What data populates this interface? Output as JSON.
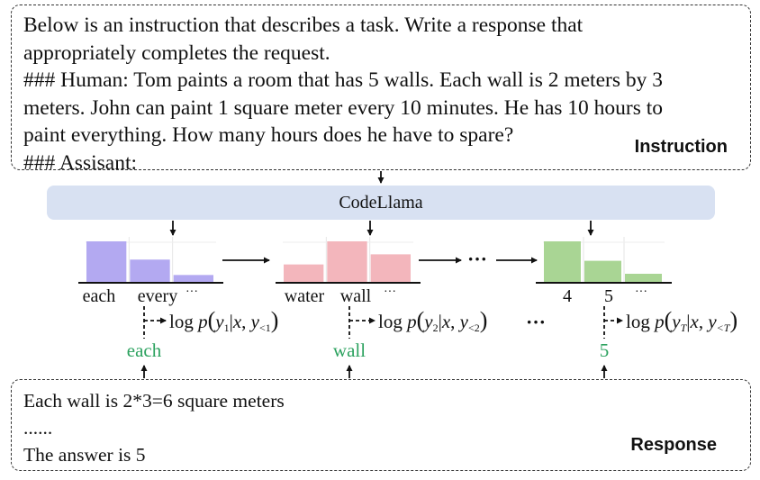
{
  "instruction": {
    "lines": [
      "Below is an instruction that describes a task. Write a response that",
      "appropriately completes the request.",
      "### Human: Tom paints a room that has 5 walls. Each wall is 2 meters by 3",
      "meters. John can paint 1 square meter every 10 minutes. He has 10 hours to",
      "paint everything. How many hours does he have to spare?",
      "### Assisant:"
    ],
    "label": "Instruction"
  },
  "model": {
    "name": "CodeLlama"
  },
  "steps": [
    {
      "bars": [
        1.0,
        0.55,
        0.17
      ],
      "color": "#b3a9f1",
      "tokens": [
        "each",
        "every",
        "···"
      ],
      "output": "each",
      "prob_sub": "1",
      "cond_sub": "<1"
    },
    {
      "bars": [
        0.43,
        1.0,
        0.68
      ],
      "color": "#f3b6bc",
      "tokens": [
        "water",
        "wall",
        "···"
      ],
      "output": "wall",
      "prob_sub": "2",
      "cond_sub": "<2"
    },
    {
      "bars": [
        1.0,
        0.52,
        0.2
      ],
      "color": "#a9d594",
      "tokens": [
        "4",
        "5",
        "···"
      ],
      "output": "5",
      "prob_sub": "T",
      "cond_sub": "<T"
    }
  ],
  "ellipsis_mid": "···",
  "ellipsis_formula": "···",
  "response": {
    "lines": [
      "Each wall is 2*3=6 square meters",
      "......",
      "The answer is 5"
    ],
    "label": "Response"
  },
  "colors": {
    "accent_green": "#2ca25f",
    "model_bar": "#d8e1f2"
  }
}
